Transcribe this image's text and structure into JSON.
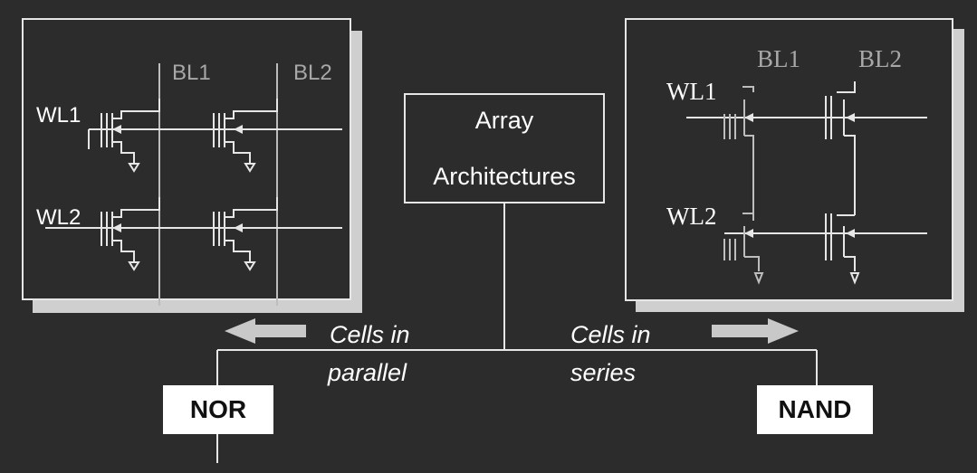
{
  "nor_panel": {
    "bitlines": [
      "BL1",
      "BL2"
    ],
    "wordlines": [
      "WL1",
      "WL2"
    ]
  },
  "nand_panel": {
    "bitlines": [
      "BL1",
      "BL2"
    ],
    "wordlines": [
      "WL1",
      "WL2"
    ]
  },
  "center": {
    "line1": "Array",
    "line2": "Architectures"
  },
  "left_branch": {
    "caption_line1": "Cells in",
    "caption_line2": "parallel",
    "type": "NOR"
  },
  "right_branch": {
    "caption_line1": "Cells in",
    "caption_line2": "series",
    "type": "NAND"
  },
  "colors": {
    "background": "#2c2c2c",
    "line": "#e6e6e6",
    "gray_line": "#a8a8a8",
    "arrow": "#c8c8c8"
  }
}
